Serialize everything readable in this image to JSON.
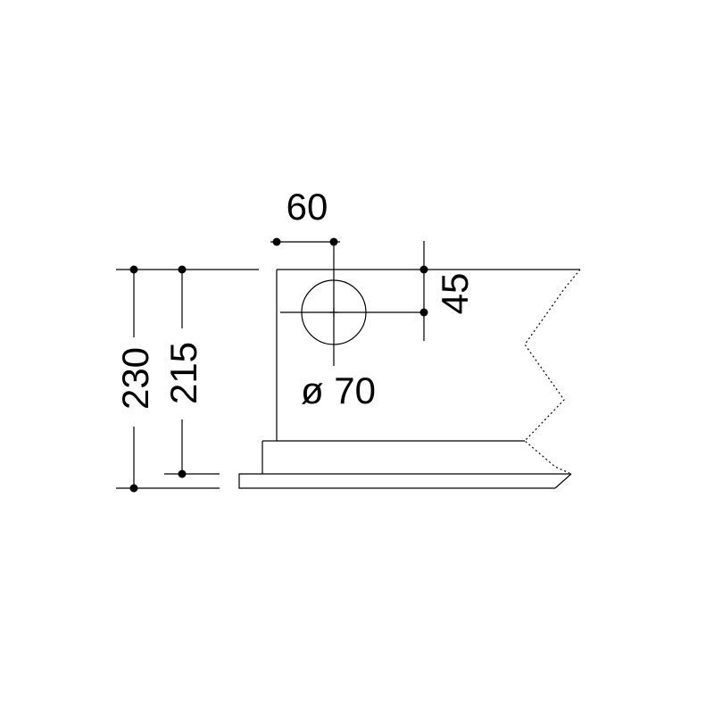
{
  "dimensions": {
    "hole_horizontal_offset": "60",
    "hole_vertical_offset": "45",
    "hole_diameter": "ø 70",
    "overall_height": "230",
    "body_height": "215"
  },
  "colors": {
    "line": "#000000",
    "background": "#ffffff"
  }
}
